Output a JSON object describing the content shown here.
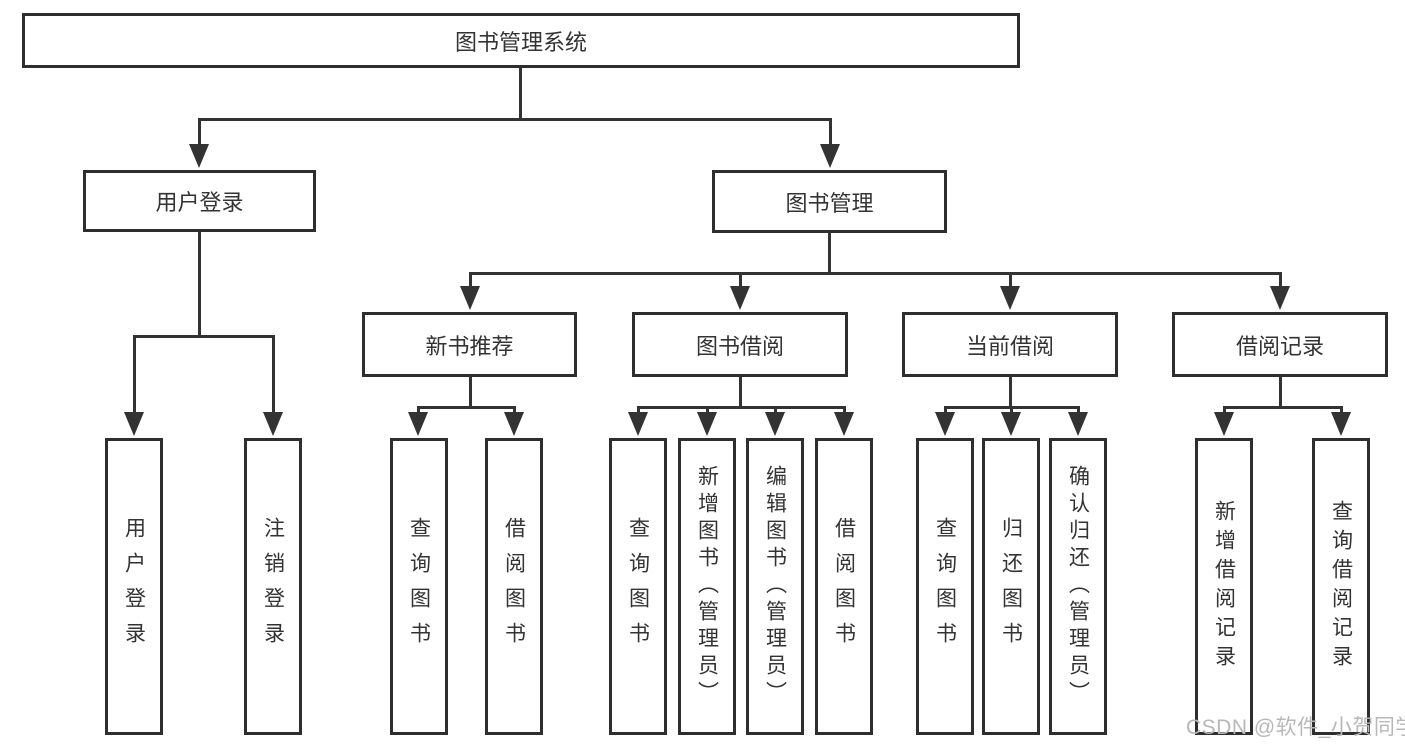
{
  "nodes": {
    "root": "图书管理系统",
    "level1": {
      "user_login": "用户登录",
      "book_mgmt": "图书管理"
    },
    "level2": {
      "new_books": "新书推荐",
      "borrow": "图书借阅",
      "current": "当前借阅",
      "records": "借阅记录"
    },
    "leaves": {
      "user_login_1": "用户登录",
      "user_login_2": "注销登录",
      "new_books_1": "查询图书",
      "new_books_2": "借阅图书",
      "borrow_1": "查询图书",
      "borrow_2": "新增图书（管理员）",
      "borrow_3": "编辑图书（管理员）",
      "borrow_4": "借阅图书",
      "current_1": "查询图书",
      "current_2": "归还图书",
      "current_3": "确认归还（管理员）",
      "records_1": "新增借阅记录",
      "records_2": "查询借阅记录"
    }
  },
  "watermark": "CSDN @软件_小贺同学",
  "colors": {
    "line": "#333333",
    "text": "#333333",
    "watermark": "#b8b8b8",
    "background": "#ffffff"
  }
}
